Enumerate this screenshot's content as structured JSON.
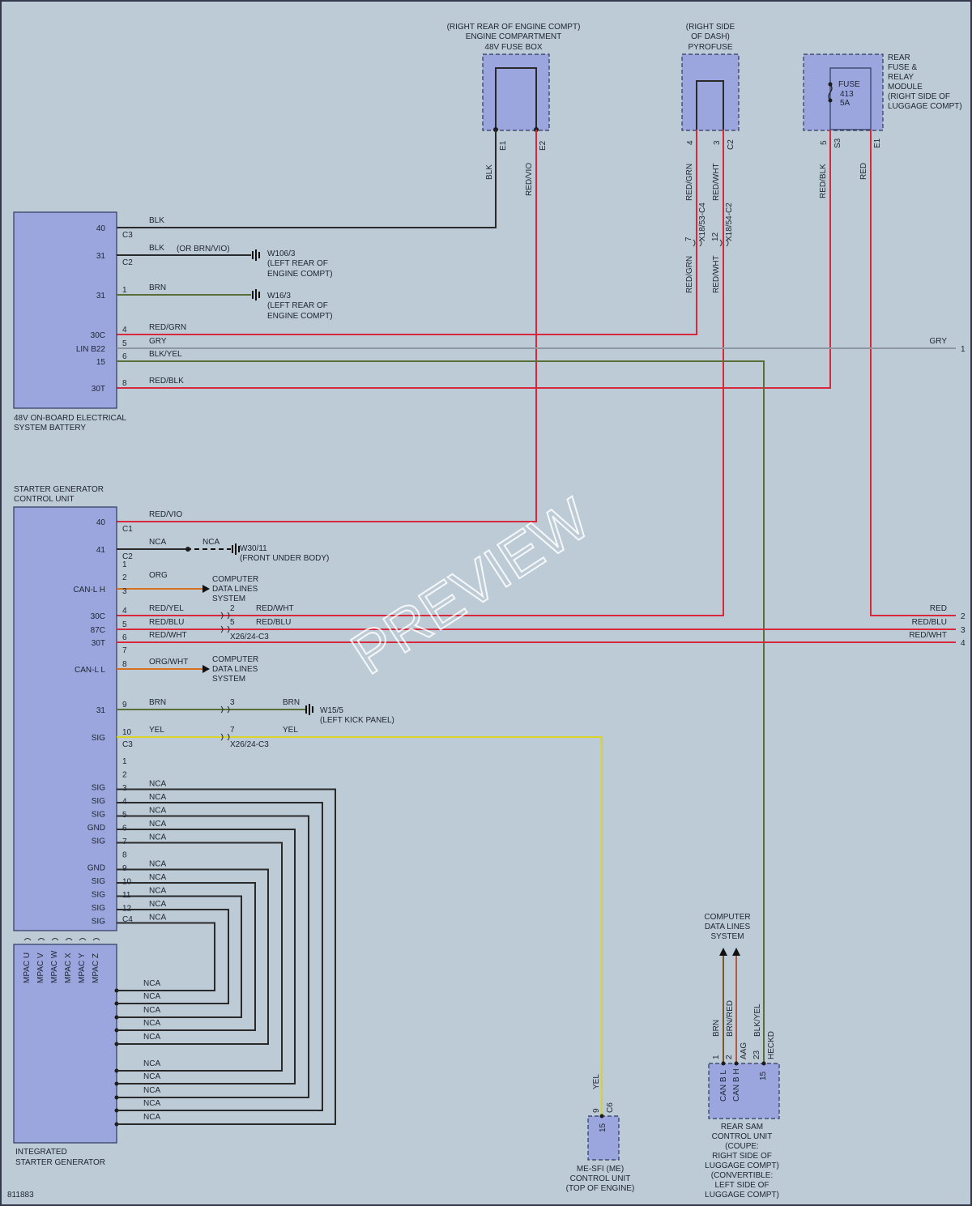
{
  "diagram": {
    "number": "811883",
    "watermark": "PREVIEW",
    "components": {
      "fuse_box_48v": [
        "(RIGHT REAR OF ENGINE COMPT)",
        "ENGINE COMPARTMENT",
        "48V FUSE BOX"
      ],
      "pyrofuse": [
        "(RIGHT SIDE",
        "OF DASH)",
        "PYROFUSE"
      ],
      "rear_fuse_relay": [
        "REAR",
        "FUSE &",
        "RELAY",
        "MODULE",
        "(RIGHT SIDE OF",
        "LUGGAGE COMPT)"
      ],
      "fuse_413": [
        "FUSE",
        "413",
        "5A"
      ],
      "battery_48v": [
        "48V ON-BOARD ELECTRICAL",
        "SYSTEM BATTERY"
      ],
      "starter_gen_cu": [
        "STARTER GENERATOR",
        "CONTROL UNIT"
      ],
      "integrated_starter_gen": [
        "INTEGRATED",
        "STARTER GENERATOR"
      ],
      "me_sfi": [
        "ME-SFI (ME)",
        "CONTROL UNIT",
        "(TOP OF ENGINE)"
      ],
      "rear_sam": [
        "REAR SAM",
        "CONTROL UNIT",
        "(COUPE:",
        "RIGHT SIDE OF",
        "LUGGAGE COMPT)",
        "(CONVERTIBLE:",
        "LEFT SIDE OF",
        "LUGGAGE COMPT)"
      ],
      "cdl_top": [
        "COMPUTER",
        "DATA LINES",
        "SYSTEM"
      ],
      "cdl_1": [
        "COMPUTER",
        "DATA LINES",
        "SYSTEM"
      ],
      "cdl_2": [
        "COMPUTER",
        "DATA LINES",
        "SYSTEM"
      ]
    },
    "grounds": {
      "w106": [
        "W106/3",
        "(LEFT REAR OF",
        "ENGINE COMPT)"
      ],
      "w16": [
        "W16/3",
        "(LEFT REAR OF",
        "ENGINE COMPT)"
      ],
      "w30": [
        "W30/11",
        "(FRONT UNDER BODY)"
      ],
      "w15": [
        "W15/5",
        "(LEFT KICK PANEL)"
      ]
    },
    "fuse_pins": {
      "e1": "E1",
      "e2": "E2",
      "p4": "4",
      "p3": "3",
      "c2": "C2",
      "r5": "5",
      "s3": "S3",
      "re1": "E1"
    },
    "vertical_labels": {
      "blk_top": "BLK",
      "redvio_top": "RED/VIO",
      "redgrn_top": "RED/GRN",
      "redwht_top": "RED/WHT",
      "redblk_top": "RED/BLK",
      "red_top": "RED",
      "x18_53": "X18/53-C4",
      "x18_54": "X18/54-C2",
      "p7": "7",
      "p12": "12",
      "redgrn_mid": "RED/GRN",
      "redwht_mid": "RED/WHT"
    },
    "battery_pins": [
      {
        "pin": "40",
        "wire": "BLK",
        "conn": "C3"
      },
      {
        "pin": "31",
        "wire": "BLK",
        "conn": "C2",
        "note": "(OR BRN/VIO)"
      },
      {
        "pin": "31",
        "n": "1",
        "wire": "BRN"
      },
      {
        "pin": "30C",
        "n": "4",
        "wire": "RED/GRN"
      },
      {
        "pin": "LIN B22",
        "n": "5",
        "wire": "GRY"
      },
      {
        "pin": "15",
        "n": "6",
        "wire": "BLK/YEL"
      },
      {
        "pin": "30T",
        "n": "8",
        "wire": "RED/BLK"
      }
    ],
    "sgcu_pins": [
      {
        "pin": "40",
        "wire": "RED/VIO",
        "conn": "C1"
      },
      {
        "pin": "41",
        "wire": "NCA",
        "wire2": "NCA",
        "conn": "C2"
      },
      {
        "n": "1"
      },
      {
        "pin": "CAN-L H",
        "n": "2",
        "wire": "ORG"
      },
      {
        "n": "3"
      },
      {
        "pin": "30C",
        "n": "4",
        "wire": "RED/YEL",
        "ipin": "2",
        "wire2": "RED/WHT"
      },
      {
        "pin": "87C",
        "n": "5",
        "wire": "RED/BLU",
        "ipin": "5",
        "wire2": "RED/BLU",
        "conn2": "X26/24-C3"
      },
      {
        "pin": "30T",
        "n": "6",
        "wire": "RED/WHT"
      },
      {
        "n": "7"
      },
      {
        "pin": "CAN-L L",
        "n": "8",
        "wire": "ORG/WHT"
      },
      {
        "pin": "31",
        "n": "9",
        "wire": "BRN",
        "ipin": "3",
        "wire2": "BRN"
      },
      {
        "pin": "SIG",
        "n": "10",
        "wire": "YEL",
        "ipin": "7",
        "wire2": "YEL",
        "conn": "C3",
        "conn2": "X26/24-C3"
      }
    ],
    "c4_pins": [
      {
        "n": "1",
        "pin": "",
        "wire": ""
      },
      {
        "n": "2",
        "pin": "SIG",
        "wire": "NCA"
      },
      {
        "n": "3",
        "pin": "SIG",
        "wire": "NCA"
      },
      {
        "n": "4",
        "pin": "SIG",
        "wire": "NCA"
      },
      {
        "n": "5",
        "pin": "GND",
        "wire": "NCA"
      },
      {
        "n": "6",
        "pin": "SIG",
        "wire": "NCA"
      },
      {
        "n": "7",
        "pin": "",
        "wire": ""
      },
      {
        "n": "8",
        "pin": "GND",
        "wire": "NCA"
      },
      {
        "n": "9",
        "pin": "SIG",
        "wire": "NCA"
      },
      {
        "n": "10",
        "pin": "SIG",
        "wire": "NCA"
      },
      {
        "n": "11",
        "pin": "SIG",
        "wire": "NCA"
      },
      {
        "n": "12",
        "pin": "SIG",
        "wire": "NCA"
      }
    ],
    "c4_label": "C4",
    "isg_labels": [
      "MPAC U",
      "MPAC V",
      "MPAC W",
      "MPAC X",
      "MPAC Y",
      "MPAC Z"
    ],
    "isg_wires": [
      "NCA",
      "NCA",
      "NCA",
      "NCA",
      "NCA",
      "NCA",
      "NCA",
      "NCA",
      "NCA",
      "NCA"
    ],
    "right_edge": [
      {
        "wire": "GRY",
        "ref": "1"
      },
      {
        "wire": "RED",
        "ref": "2"
      },
      {
        "wire": "RED/BLU",
        "ref": "3"
      },
      {
        "wire": "RED/WHT",
        "ref": "4"
      }
    ],
    "me_sfi_pin": {
      "wire": "YEL",
      "pin": "9",
      "conn": "C6",
      "inner": "15"
    },
    "rear_sam_pins": [
      {
        "wire": "BRN",
        "pin": "1",
        "inner": "CAN B L"
      },
      {
        "wire": "BRN/RED",
        "pin": "2",
        "inner": "CAN B H",
        "conn": "AAG"
      },
      {
        "wire": "BLK/YEL",
        "pin": "23",
        "inner": "15",
        "conn": "HECKD"
      }
    ]
  }
}
